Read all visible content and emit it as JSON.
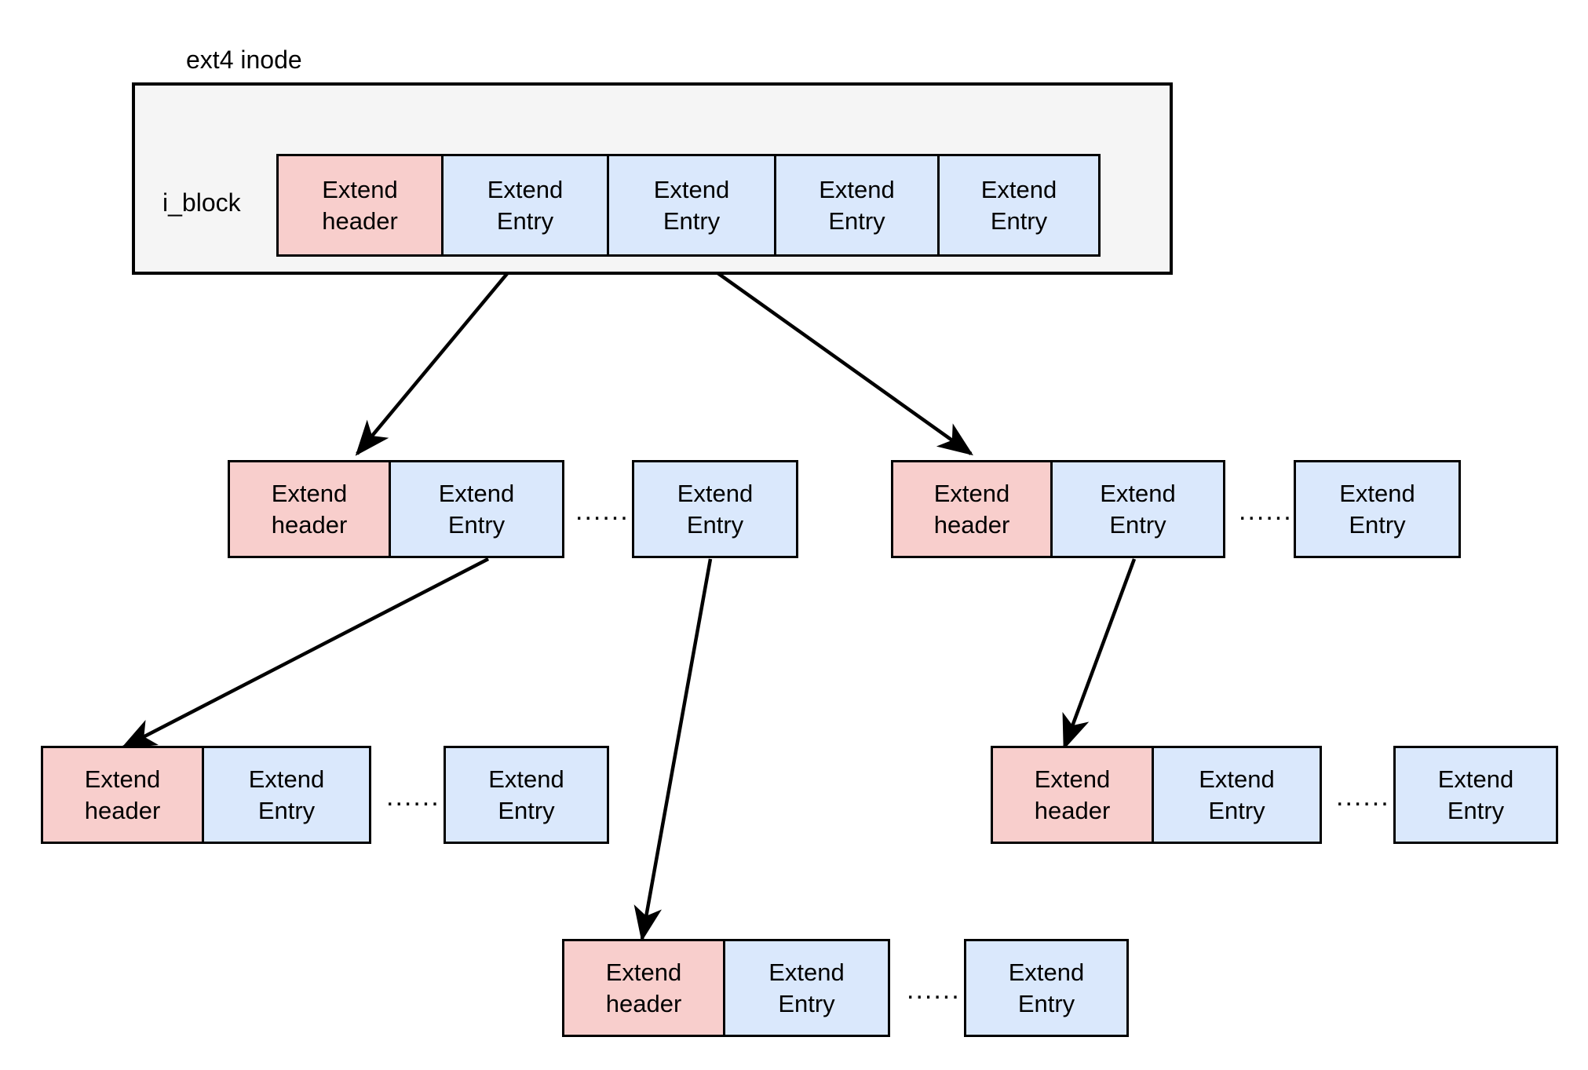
{
  "diagram": {
    "title": "ext4 inode",
    "iblock_label": "i_block",
    "labels": {
      "header": "Extend\nheader",
      "entry": "Extend\nEntry",
      "ellipsis": "......"
    },
    "colors": {
      "header_fill": "#f8cecc",
      "entry_fill": "#dae8fc",
      "container_fill": "#f5f5f5",
      "stroke": "#000000",
      "background": "#ffffff"
    },
    "levels": [
      {
        "name": "inode-root",
        "nodes": [
          {
            "kind": "header",
            "text": "Extend\nheader"
          },
          {
            "kind": "entry",
            "text": "Extend\nEntry"
          },
          {
            "kind": "entry",
            "text": "Extend\nEntry"
          },
          {
            "kind": "entry",
            "text": "Extend\nEntry"
          },
          {
            "kind": "entry",
            "text": "Extend\nEntry"
          }
        ]
      },
      {
        "name": "level-1-left",
        "nodes": [
          {
            "kind": "header",
            "text": "Extend\nheader"
          },
          {
            "kind": "entry",
            "text": "Extend\nEntry"
          },
          {
            "kind": "ellipsis",
            "text": "......"
          },
          {
            "kind": "entry",
            "text": "Extend\nEntry"
          }
        ]
      },
      {
        "name": "level-1-right",
        "nodes": [
          {
            "kind": "header",
            "text": "Extend\nheader"
          },
          {
            "kind": "entry",
            "text": "Extend\nEntry"
          },
          {
            "kind": "ellipsis",
            "text": "......"
          },
          {
            "kind": "entry",
            "text": "Extend\nEntry"
          }
        ]
      },
      {
        "name": "level-2-left",
        "nodes": [
          {
            "kind": "header",
            "text": "Extend\nheader"
          },
          {
            "kind": "entry",
            "text": "Extend\nEntry"
          },
          {
            "kind": "ellipsis",
            "text": "......"
          },
          {
            "kind": "entry",
            "text": "Extend\nEntry"
          }
        ]
      },
      {
        "name": "level-2-right",
        "nodes": [
          {
            "kind": "header",
            "text": "Extend\nheader"
          },
          {
            "kind": "entry",
            "text": "Extend\nEntry"
          },
          {
            "kind": "ellipsis",
            "text": "......"
          },
          {
            "kind": "entry",
            "text": "Extend\nEntry"
          }
        ]
      },
      {
        "name": "level-3-center",
        "nodes": [
          {
            "kind": "header",
            "text": "Extend\nheader"
          },
          {
            "kind": "entry",
            "text": "Extend\nEntry"
          },
          {
            "kind": "ellipsis",
            "text": "......"
          },
          {
            "kind": "entry",
            "text": "Extend\nEntry"
          }
        ]
      }
    ]
  },
  "boxes": {
    "root_header": {
      "text": "Extend\nheader"
    },
    "root_entry_1": {
      "text": "Extend\nEntry"
    },
    "root_entry_2": {
      "text": "Extend\nEntry"
    },
    "root_entry_3": {
      "text": "Extend\nEntry"
    },
    "root_entry_4": {
      "text": "Extend\nEntry"
    },
    "l1l_header": {
      "text": "Extend\nheader"
    },
    "l1l_entry_1": {
      "text": "Extend\nEntry"
    },
    "l1l_dots": {
      "text": "......"
    },
    "l1l_entry_n": {
      "text": "Extend\nEntry"
    },
    "l1r_header": {
      "text": "Extend\nheader"
    },
    "l1r_entry_1": {
      "text": "Extend\nEntry"
    },
    "l1r_dots": {
      "text": "......"
    },
    "l1r_entry_n": {
      "text": "Extend\nEntry"
    },
    "l2l_header": {
      "text": "Extend\nheader"
    },
    "l2l_entry_1": {
      "text": "Extend\nEntry"
    },
    "l2l_dots": {
      "text": "......"
    },
    "l2l_entry_n": {
      "text": "Extend\nEntry"
    },
    "l2r_header": {
      "text": "Extend\nheader"
    },
    "l2r_entry_1": {
      "text": "Extend\nEntry"
    },
    "l2r_dots": {
      "text": "......"
    },
    "l2r_entry_n": {
      "text": "Extend\nEntry"
    },
    "l3c_header": {
      "text": "Extend\nheader"
    },
    "l3c_entry_1": {
      "text": "Extend\nEntry"
    },
    "l3c_dots": {
      "text": "......"
    },
    "l3c_entry_n": {
      "text": "Extend\nEntry"
    }
  }
}
